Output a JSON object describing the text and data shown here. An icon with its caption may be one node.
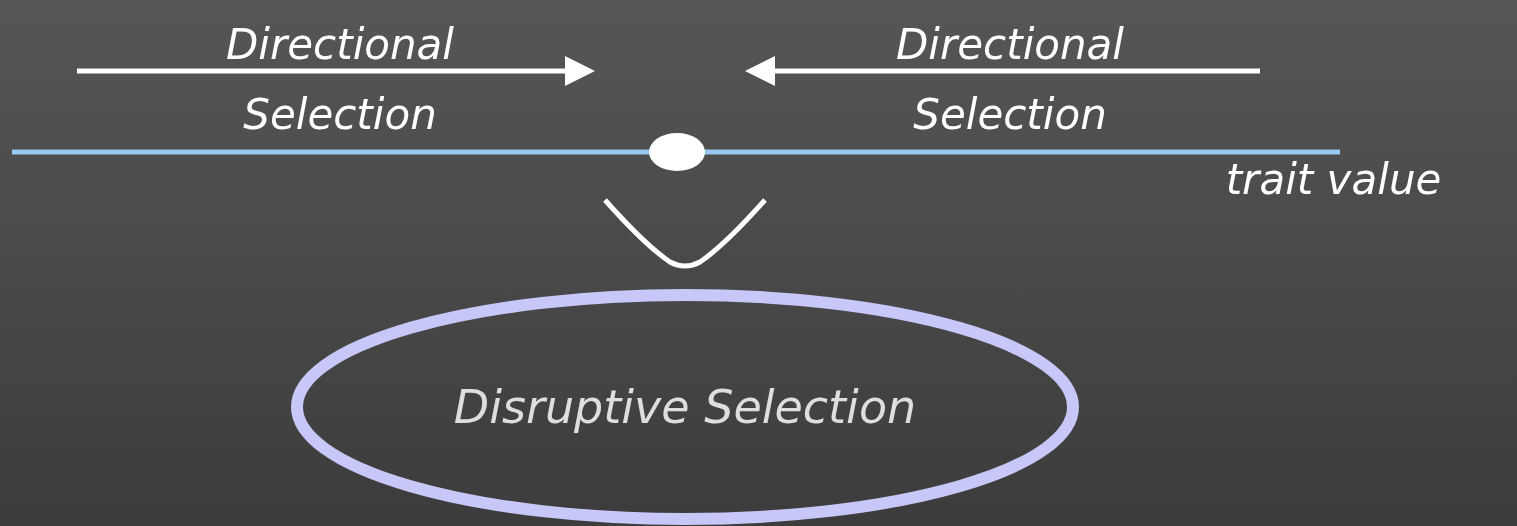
{
  "diagram": {
    "nodes": [
      {
        "text": [
          "Disruptive Selection"
        ]
      }
    ],
    "labels": [
      "Directional Selection",
      "Directional Selection",
      "trait value"
    ]
  }
}
